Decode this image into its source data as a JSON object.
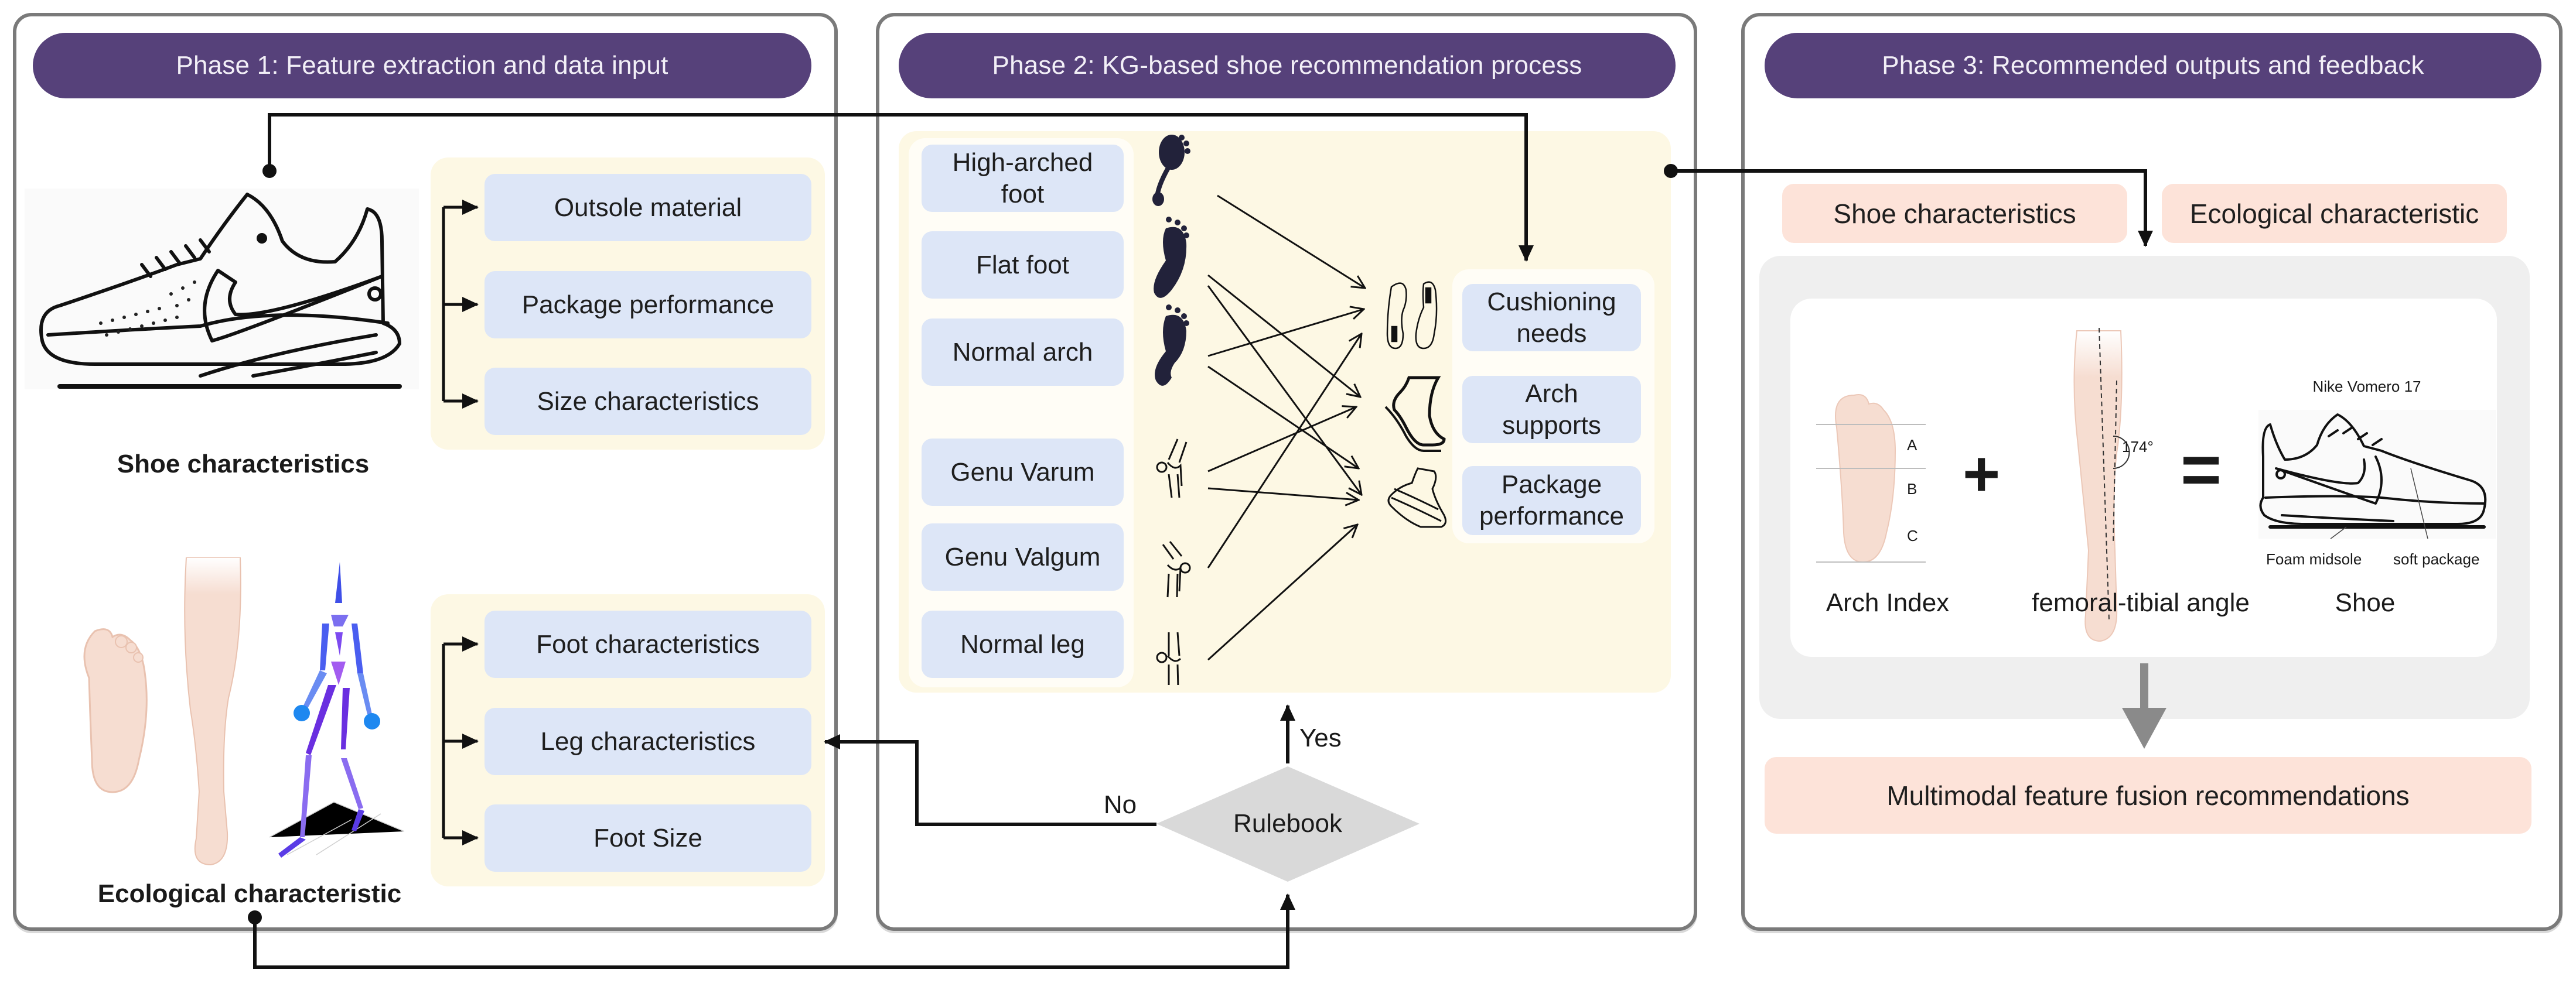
{
  "phase1": {
    "title": "Phase 1: Feature extraction and data input",
    "shoe_label": "Shoe characteristics",
    "shoe_features": [
      "Outsole material",
      "Package performance",
      "Size characteristics"
    ],
    "eco_label": "Ecological characteristic",
    "eco_features": [
      "Foot characteristics",
      "Leg characteristics",
      "Foot Size"
    ]
  },
  "phase2": {
    "title": "Phase 2: KG-based shoe recommendation process",
    "conditions": [
      "High-arched foot",
      "Flat foot",
      "Normal arch",
      "Genu Varum",
      "Genu Valgum",
      "Normal leg"
    ],
    "needs": [
      "Cushioning needs",
      "Arch supports",
      "Package performance"
    ],
    "edges": [
      {
        "from": "High-arched foot",
        "to": "Cushioning needs"
      },
      {
        "from": "Flat foot",
        "to": "Arch supports"
      },
      {
        "from": "Flat foot",
        "to": "Package performance"
      },
      {
        "from": "Normal arch",
        "to": "Cushioning needs"
      },
      {
        "from": "Normal arch",
        "to": "Package performance"
      },
      {
        "from": "Genu Varum",
        "to": "Arch supports"
      },
      {
        "from": "Genu Varum",
        "to": "Package performance"
      },
      {
        "from": "Genu Valgum",
        "to": "Cushioning needs"
      },
      {
        "from": "Normal leg",
        "to": "Package performance"
      }
    ],
    "decision": "Rulebook",
    "yes_label": "Yes",
    "no_label": "No"
  },
  "phase3": {
    "title": "Phase 3: Recommended outputs and feedback",
    "inputs": [
      "Shoe characteristics",
      "Ecological characteristic"
    ],
    "equation": {
      "arch_index_label": "Arch Index",
      "arch_zones": [
        "A",
        "B",
        "C"
      ],
      "plus": "+",
      "angle_label": "femoral-tibial angle",
      "angle_value": "174°",
      "equals": "=",
      "shoe_label": "Shoe",
      "shoe_model": "Nike Vomero 17",
      "shoe_annotations": [
        "Foam midsole",
        "soft package"
      ]
    },
    "output": "Multimodal feature fusion recommendations"
  },
  "colors": {
    "title_bar": "#56417a",
    "feature_box": "#dde6f7",
    "group_bg": "#fdf8e4",
    "output_box": "#fde3d9",
    "fusion_bg": "#efefef",
    "decision": "#d9d9d9"
  }
}
